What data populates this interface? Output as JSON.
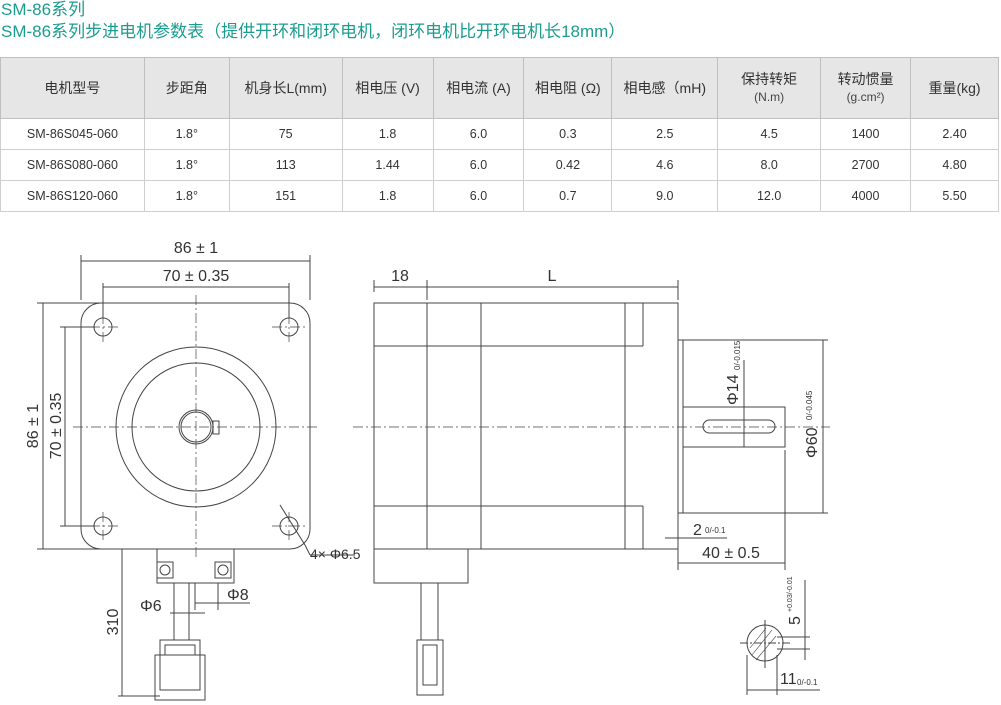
{
  "title": "SM-86系列",
  "subtitle": "SM-86系列步进电机参数表（提供开环和闭环电机，闭环电机比开环电机长18mm）",
  "table": {
    "headers": [
      {
        "label": "电机型号"
      },
      {
        "label": "步距角"
      },
      {
        "label": "机身长L(mm)"
      },
      {
        "label": "相电压 (V)"
      },
      {
        "label": "相电流 (A)"
      },
      {
        "label": "相电阻 (Ω)"
      },
      {
        "label": "相电感（mH)"
      },
      {
        "label": "保持转矩",
        "sub": "(N.m)"
      },
      {
        "label": "转动惯量",
        "sub": "(g.cm²)"
      },
      {
        "label": "重量(kg)"
      }
    ],
    "rows": [
      [
        "SM-86S045-060",
        "1.8°",
        "75",
        "1.8",
        "6.0",
        "0.3",
        "2.5",
        "4.5",
        "1400",
        "2.40"
      ],
      [
        "SM-86S080-060",
        "1.8°",
        "113",
        "1.44",
        "6.0",
        "0.42",
        "4.6",
        "8.0",
        "2700",
        "4.80"
      ],
      [
        "SM-86S120-060",
        "1.8°",
        "151",
        "1.8",
        "6.0",
        "0.7",
        "9.0",
        "12.0",
        "4000",
        "5.50"
      ]
    ]
  },
  "drawing": {
    "front_width": "86 ± 1",
    "front_hole_span": "70 ± 0.35",
    "front_height": "86 ± 1",
    "front_hole_span_v": "70 ± 0.35",
    "holes": "4× Φ6.5",
    "cable_len": "310",
    "cable_d1": "Φ6",
    "cable_d2": "Φ8",
    "side_18": "18",
    "side_L": "L",
    "shaft_d": "Φ14",
    "shaft_tol": "0/-0.015",
    "pilot_d": "Φ60",
    "pilot_tol": "0/-0.045",
    "pilot_h": "2",
    "pilot_h_tol": "0/-0.1",
    "shaft_len": "40 ± 0.5",
    "key_w": "5",
    "key_w_tol": "+0.03/-0.01",
    "key_d": "11",
    "key_d_tol": "0/-0.1"
  }
}
